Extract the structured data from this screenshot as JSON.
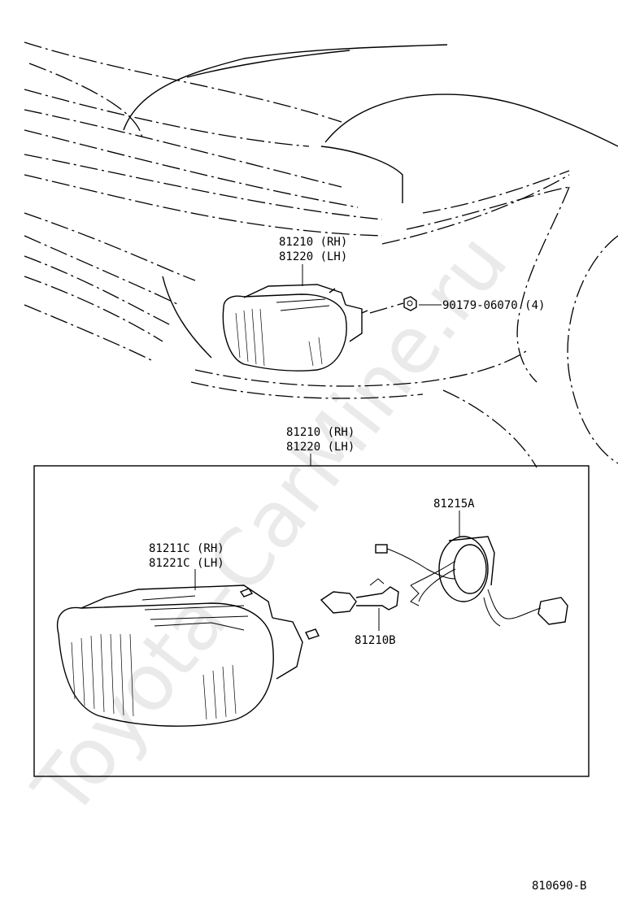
{
  "watermark": "Toyota-CarMine.ru",
  "labels": {
    "top_part_rh": "81210 (RH)",
    "top_part_lh": "81220 (LH)",
    "nut": "90179-06070 (4)",
    "assy_rh": "81210 (RH)",
    "assy_lh": "81220 (LH)",
    "housing_rh": "81211C (RH)",
    "housing_lh": "81221C (LH)",
    "socket": "81215A",
    "bulb": "81210B",
    "diagram_code": "810690-B"
  }
}
